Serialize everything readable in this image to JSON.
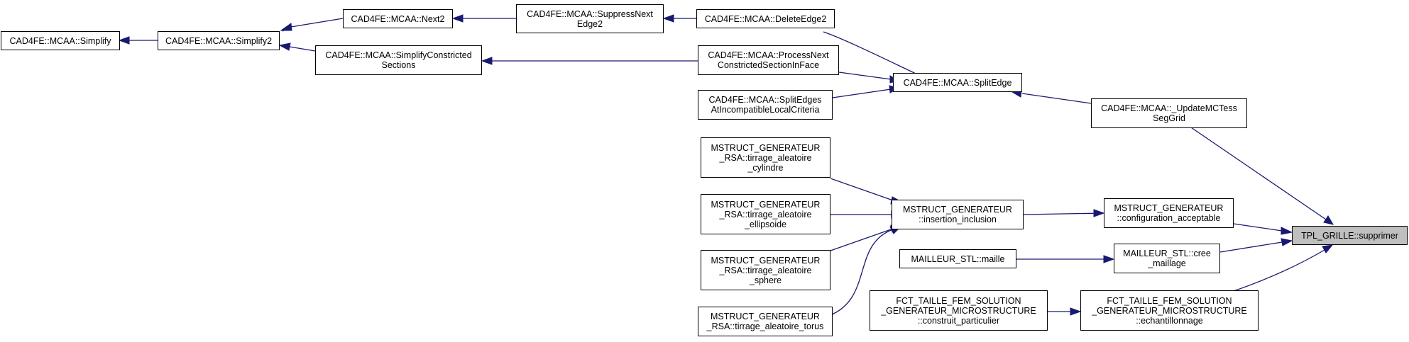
{
  "nodes": {
    "simplify": "CAD4FE::MCAA::Simplify",
    "simplify2": "CAD4FE::MCAA::Simplify2",
    "next2": "CAD4FE::MCAA::Next2",
    "suppress_next_edge2": "CAD4FE::MCAA::SuppressNext\nEdge2",
    "delete_edge2": "CAD4FE::MCAA::DeleteEdge2",
    "simplify_constricted": "CAD4FE::MCAA::SimplifyConstricted\nSections",
    "process_next_constricted": "CAD4FE::MCAA::ProcessNext\nConstrictedSectionInFace",
    "split_edges_incompat": "CAD4FE::MCAA::SplitEdges\nAtIncompatibleLocalCriteria",
    "split_edge": "CAD4FE::MCAA::SplitEdge",
    "update_mctess": "CAD4FE::MCAA::_UpdateMCTess\nSegGrid",
    "rsa_cylindre": "MSTRUCT_GENERATEUR\n_RSA::tirrage_aleatoire\n_cylindre",
    "rsa_ellipsoide": "MSTRUCT_GENERATEUR\n_RSA::tirrage_aleatoire\n_ellipsoide",
    "rsa_sphere": "MSTRUCT_GENERATEUR\n_RSA::tirrage_aleatoire\n_sphere",
    "rsa_torus": "MSTRUCT_GENERATEUR\n_RSA::tirrage_aleatoire_torus",
    "insertion_inclusion": "MSTRUCT_GENERATEUR\n::insertion_inclusion",
    "configuration_acceptable": "MSTRUCT_GENERATEUR\n::configuration_acceptable",
    "mailleur_maille": "MAILLEUR_STL::maille",
    "cree_maillage": "MAILLEUR_STL::cree\n_maillage",
    "construit_particulier": "FCT_TAILLE_FEM_SOLUTION\n_GENERATEUR_MICROSTRUCTURE\n::construit_particulier",
    "echantillonnage": "FCT_TAILLE_FEM_SOLUTION\n_GENERATEUR_MICROSTRUCTURE\n::echantillonnage",
    "tpl_supprimer": "TPL_GRILLE::supprimer"
  },
  "colors": {
    "edge": "#191970",
    "root_fill": "#bfbfbf",
    "node_fill": "#ffffff",
    "border": "#000000"
  }
}
